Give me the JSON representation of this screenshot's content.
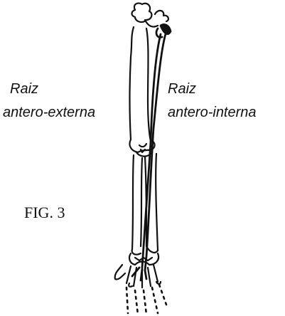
{
  "labels": {
    "left_line1": "Raiz",
    "left_line2": "antero-externa",
    "right_line1": "Raiz",
    "right_line2": "antero-interna",
    "figure": "FIG. 3"
  },
  "colors": {
    "ink": "#111111",
    "background": "#ffffff"
  }
}
